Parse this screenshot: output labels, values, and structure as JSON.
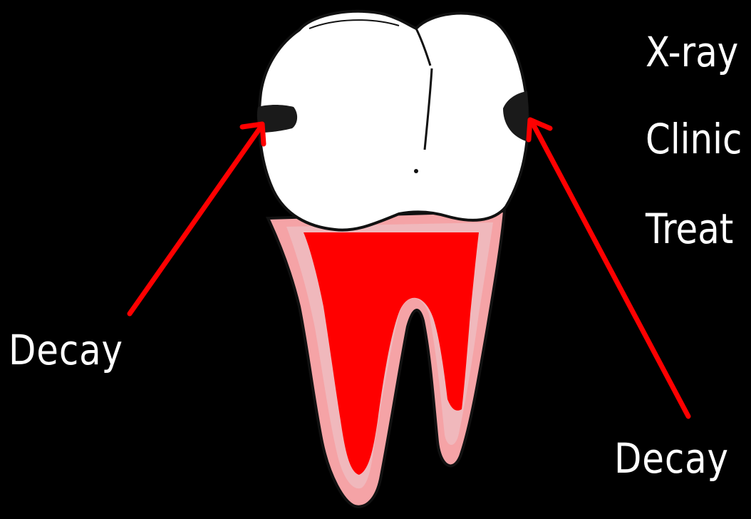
{
  "labels": {
    "left": "Decay",
    "right": "Decay"
  },
  "bullets": [
    "X-ray",
    "Clinic",
    "Treat"
  ],
  "colors": {
    "background": "#000000",
    "arrow": "#ff0000",
    "pulp": "#ff0000",
    "gum": "#f5a3a6",
    "enamel": "#ffffff",
    "decay": "#1a1a1a"
  }
}
